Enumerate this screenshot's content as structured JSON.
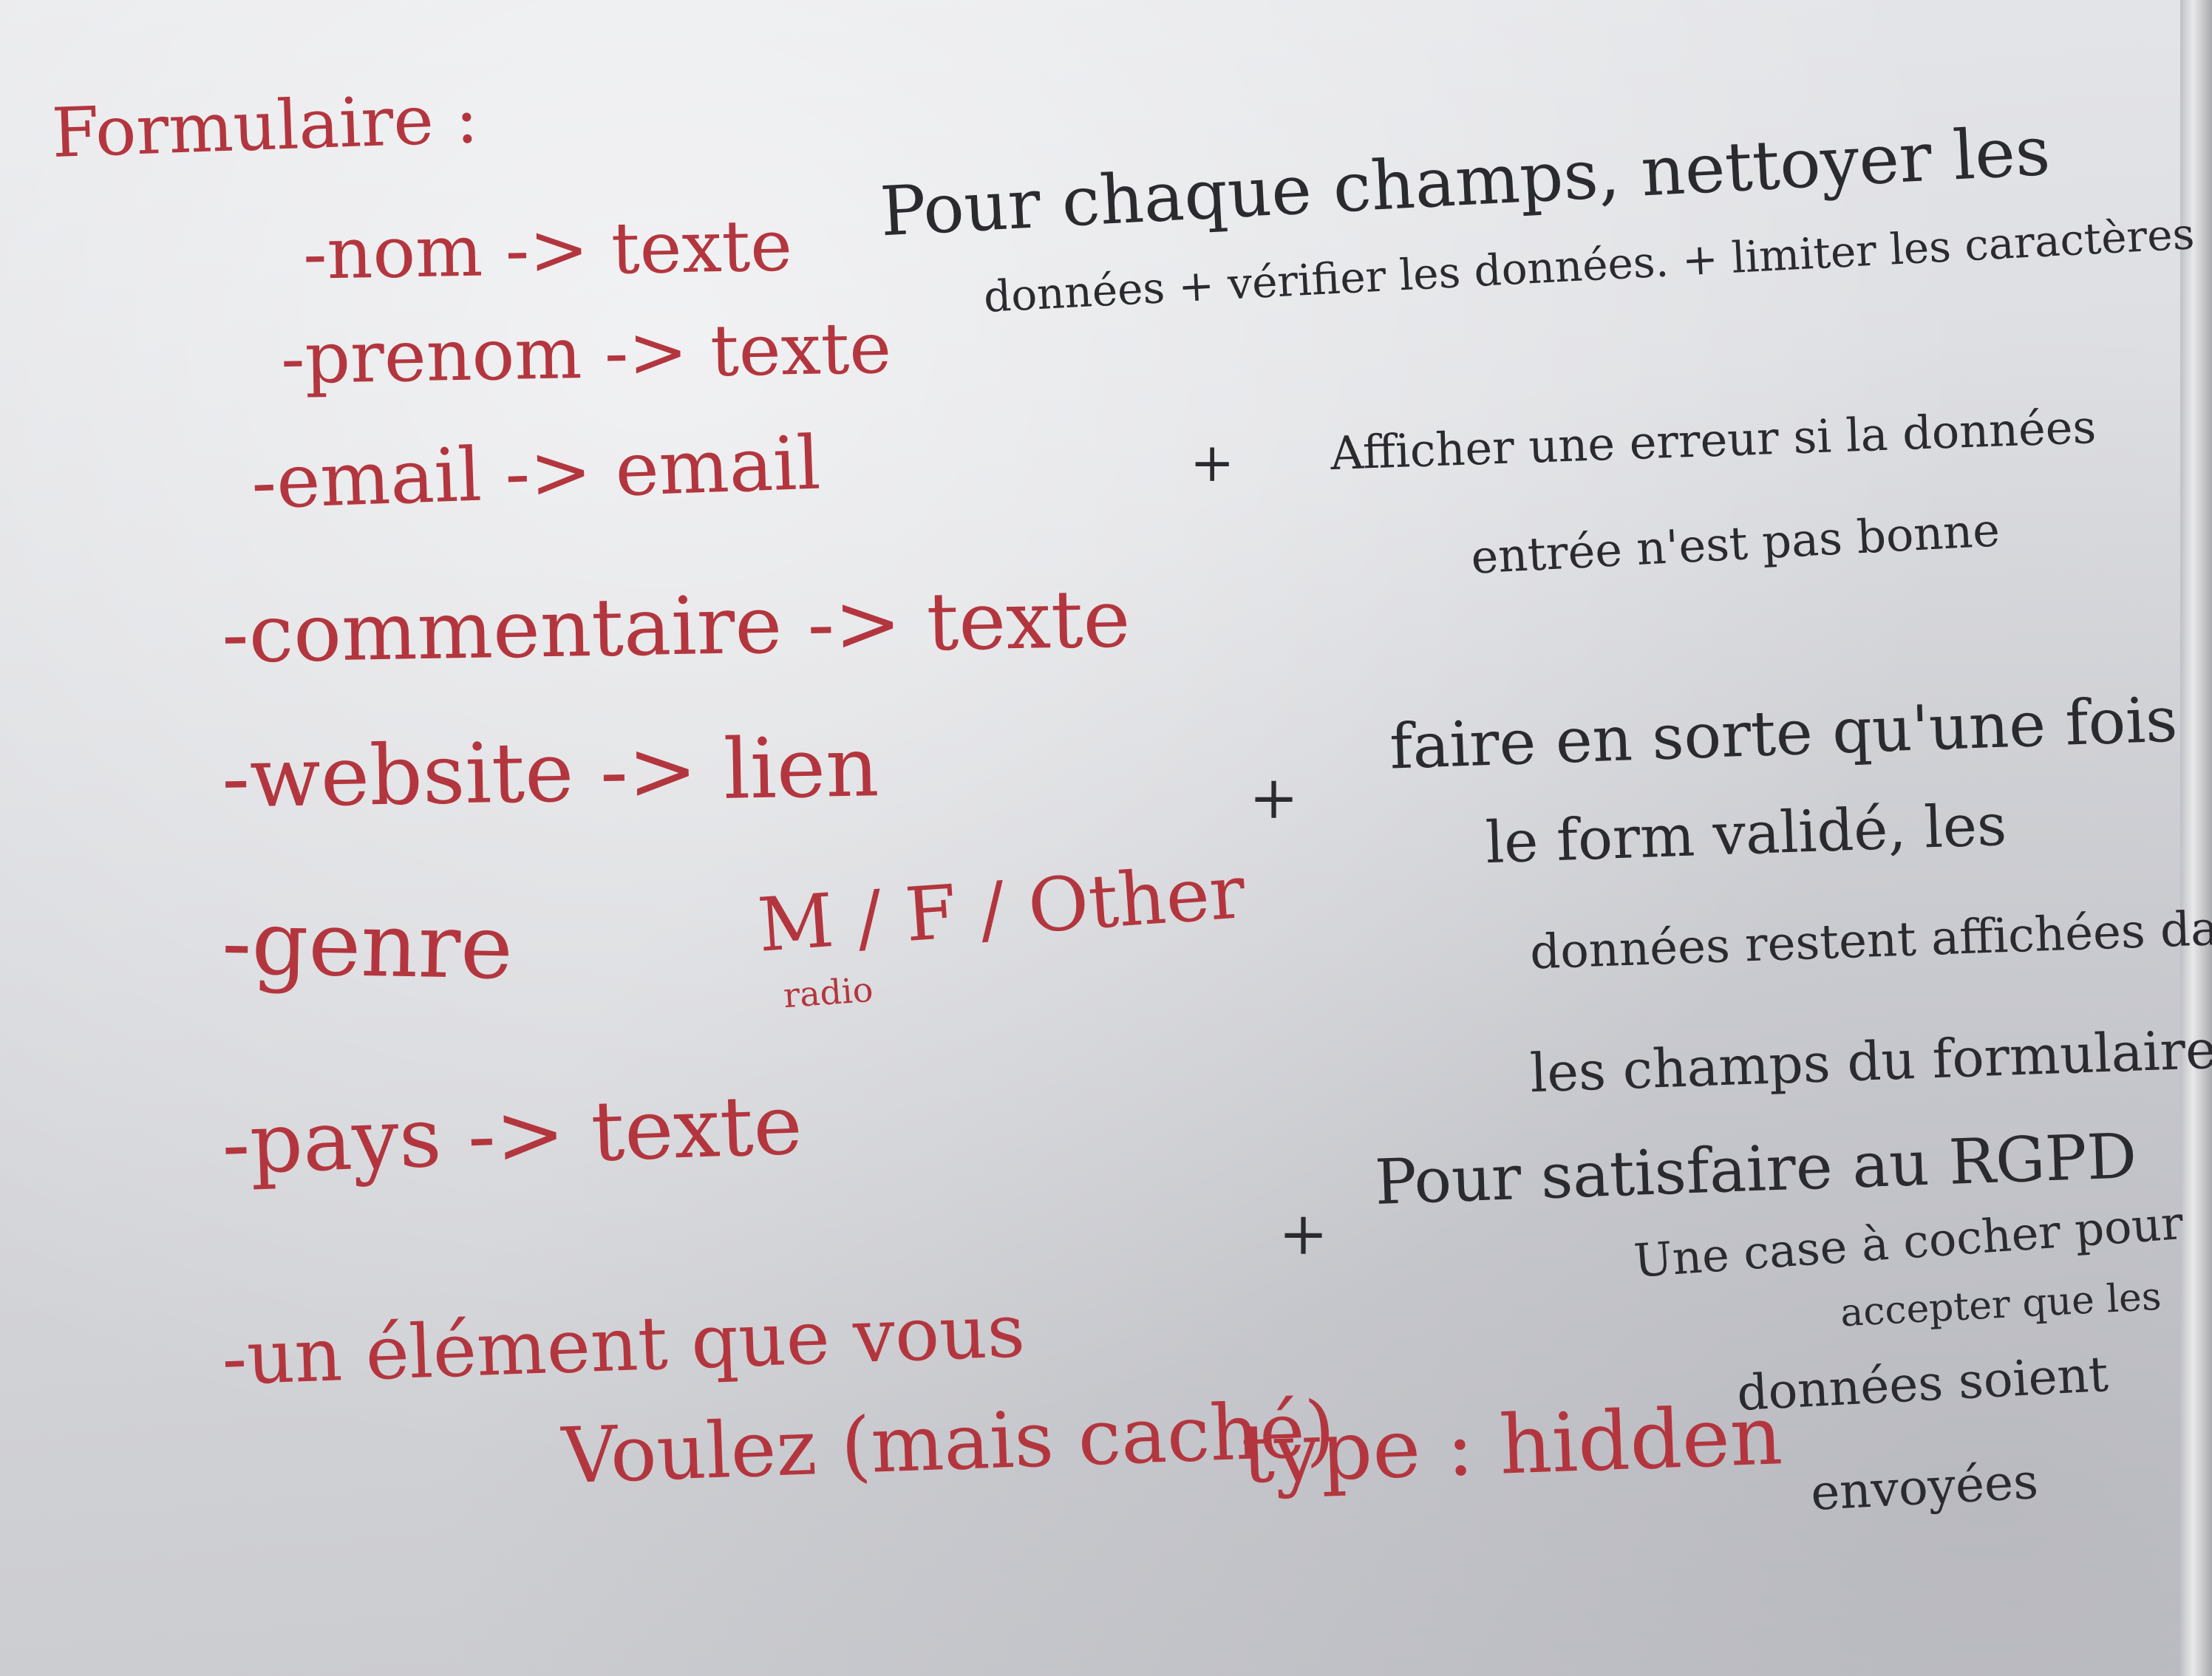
{
  "left": {
    "title": "Formulaire :",
    "items": [
      "-nom -> texte",
      "-prenom -> texte",
      "-email -> email",
      "-commentaire -> texte",
      "-website -> lien",
      "-genre",
      "-pays -> texte",
      "-un élément que vous"
    ],
    "genre_options": "M / F / Other",
    "genre_note": "radio",
    "last_line_2": "Voulez (mais caché)",
    "hidden_type": "type : hidden"
  },
  "right": {
    "p1_line1": "Pour chaque champs, nettoyer les",
    "p1_line2": "données + vérifier les données. + limiter les caractères",
    "plus": "+",
    "p2_line1": "Afficher une erreur si la données",
    "p2_line2": "entrée n'est pas bonne",
    "p3_line1": "faire en sorte qu'une fois",
    "p3_line2": "le form validé, les",
    "p3_line3": "données restent affichées dans",
    "p3_line4": "les champs du formulaire",
    "p4_line1": "Pour satisfaire au RGPD",
    "p4_line2": "Une case à cocher pour",
    "p4_line3": "accepter que les",
    "p4_line4": "données soient",
    "p4_line5": "envoyées"
  },
  "colors": {
    "board": "#d9dade",
    "red_marker": "#b3363f",
    "black_marker": "#2b2a2f"
  }
}
